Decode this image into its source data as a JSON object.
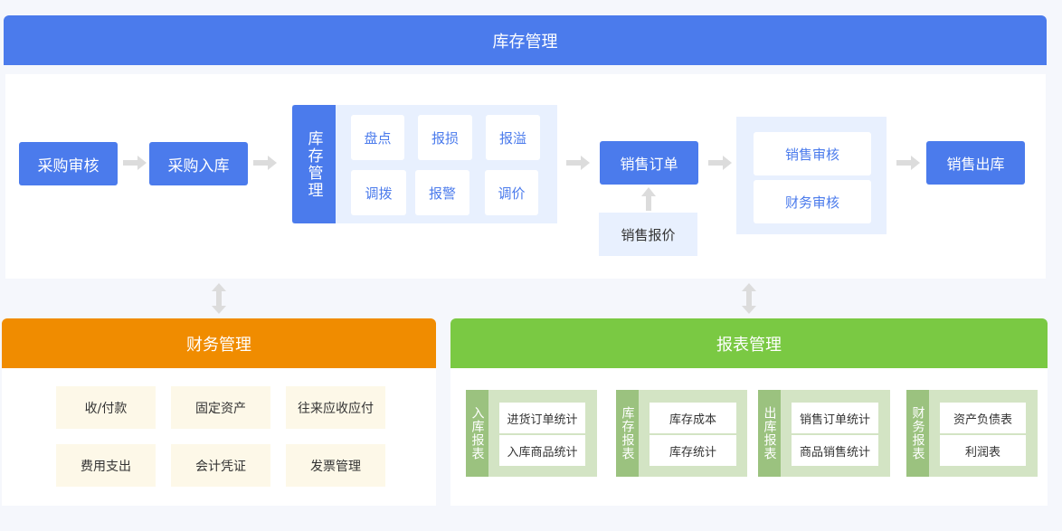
{
  "inventory": {
    "title": "库存管理",
    "purchase_review": "采购审核",
    "purchase_in": "采购入库",
    "module_label": "库存管理",
    "module_items": [
      "盘点",
      "报损",
      "报溢",
      "调拨",
      "报警",
      "调价"
    ],
    "sales_order": "销售订单",
    "sales_quote": "销售报价",
    "sales_review": "销售审核",
    "finance_review": "财务审核",
    "sales_out": "销售出库"
  },
  "finance": {
    "title": "财务管理",
    "items": [
      "收/付款",
      "固定资产",
      "往来应收应付",
      "费用支出",
      "会计凭证",
      "发票管理"
    ]
  },
  "reports": {
    "title": "报表管理",
    "groups": [
      {
        "label": "入库报表",
        "items": [
          "进货订单统计",
          "入库商品统计"
        ]
      },
      {
        "label": "库存报表",
        "items": [
          "库存成本",
          "库存统计"
        ]
      },
      {
        "label": "出库报表",
        "items": [
          "销售订单统计",
          "商品销售统计"
        ]
      },
      {
        "label": "财务报表",
        "items": [
          "资产负债表",
          "利润表"
        ]
      }
    ]
  },
  "colors": {
    "blue": "#4b7bec",
    "orange": "#f08c00",
    "green": "#7ac943"
  }
}
